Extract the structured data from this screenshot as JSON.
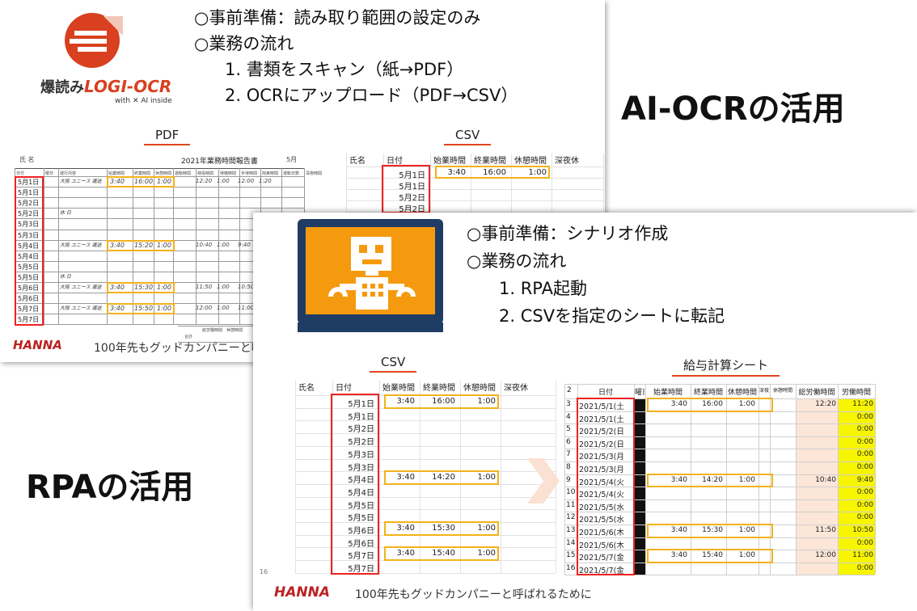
{
  "slide1": {
    "logo_text_prefix": "爆読み",
    "logo_text_brand": "LOGI-OCR",
    "logo_subtext": "with ✕ AI inside",
    "prep": "○事前準備：読み取り範囲の設定のみ",
    "flow": "○業務の流れ",
    "step1": "1. 書類をスキャン（紙→PDF）",
    "step2": "2. OCRにアップロード（PDF→CSV）",
    "pdf_label": "PDF",
    "csv_label": "CSV",
    "pdf_title": "2021年業務時間報告書",
    "pdf_month": "5月",
    "pdf_name_label": "氏 名",
    "pdf_headers": [
      "日付",
      "曜日",
      "運行内容",
      "始業時間",
      "終業時間",
      "休憩時間",
      "運転時間",
      "荷役時間",
      "待機時間",
      "手待時間",
      "拘束時間",
      "運転日数",
      "深夜時間"
    ],
    "pdf_dates": [
      "5月1日",
      "5月1日",
      "5月2日",
      "5月2日",
      "5月3日",
      "5月3日",
      "5月4日",
      "5月4日",
      "5月5日",
      "5月5日",
      "5月6日",
      "5月6日",
      "5月7日",
      "5月7日"
    ],
    "pdf_handwritten": [
      {
        "row": 0,
        "route": "大阪 ユニース 運送",
        "start": "3:40",
        "end": "16:00",
        "rest": "1:00",
        "extra": [
          "12:20",
          "1:00",
          "12:00",
          "1:20"
        ]
      },
      {
        "row": 3,
        "route": "休 日",
        "start": "",
        "end": "",
        "rest": "",
        "extra": []
      },
      {
        "row": 6,
        "route": "大阪 ユニース 運送",
        "start": "3:40",
        "end": "15:20",
        "rest": "1:00",
        "extra": [
          "10:40",
          "1:00",
          "9:40"
        ]
      },
      {
        "row": 9,
        "route": "休 日",
        "start": "",
        "end": "",
        "rest": "",
        "extra": []
      },
      {
        "row": 10,
        "route": "大阪 ユニース 運送",
        "start": "3:40",
        "end": "15:30",
        "rest": "1:00",
        "extra": [
          "11:50",
          "1:00",
          "10:50"
        ]
      },
      {
        "row": 12,
        "route": "大阪 ユニース 運送",
        "start": "3:40",
        "end": "15:50",
        "rest": "1:00",
        "extra": [
          "12:00",
          "1:00",
          "11:00"
        ]
      }
    ],
    "pdf_footer_labels": [
      "合計",
      "総労働時間",
      "休憩時間"
    ],
    "csv_headers": [
      "氏名",
      "日付",
      "始業時間",
      "終業時間",
      "休憩時間",
      "深夜休"
    ],
    "csv_rows": [
      {
        "date": "5月1日",
        "start": "3:40",
        "end": "16:00",
        "rest": "1:00"
      },
      {
        "date": "5月1日",
        "start": "",
        "end": "",
        "rest": ""
      },
      {
        "date": "5月2日",
        "start": "",
        "end": "",
        "rest": ""
      },
      {
        "date": "5月2日",
        "start": "",
        "end": "",
        "rest": ""
      }
    ],
    "footer_logo": "HANNA",
    "footer_text": "100年先もグッドカンパニーと呼ばれるために"
  },
  "ai_ocr_title": "AI-OCRの活用",
  "rpa_title": "RPAの活用",
  "slide2": {
    "prep": "○事前準備：シナリオ作成",
    "flow": "○業務の流れ",
    "step1": "1. RPA起動",
    "step2": "2. CSVを指定のシートに転記",
    "csv_label": "CSV",
    "payroll_label": "給与計算シート",
    "csv_headers": [
      "氏名",
      "日付",
      "始業時間",
      "終業時間",
      "休憩時間",
      "深夜休"
    ],
    "csv_rows": [
      {
        "date": "5月1日",
        "start": "3:40",
        "end": "16:00",
        "rest": "1:00"
      },
      {
        "date": "5月1日",
        "start": "",
        "end": "",
        "rest": ""
      },
      {
        "date": "5月2日",
        "start": "",
        "end": "",
        "rest": ""
      },
      {
        "date": "5月2日",
        "start": "",
        "end": "",
        "rest": ""
      },
      {
        "date": "5月3日",
        "start": "",
        "end": "",
        "rest": ""
      },
      {
        "date": "5月3日",
        "start": "",
        "end": "",
        "rest": ""
      },
      {
        "date": "5月4日",
        "start": "3:40",
        "end": "14:20",
        "rest": "1:00"
      },
      {
        "date": "5月4日",
        "start": "",
        "end": "",
        "rest": ""
      },
      {
        "date": "5月5日",
        "start": "",
        "end": "",
        "rest": ""
      },
      {
        "date": "5月5日",
        "start": "",
        "end": "",
        "rest": ""
      },
      {
        "date": "5月6日",
        "start": "3:40",
        "end": "15:30",
        "rest": "1:00"
      },
      {
        "date": "5月6日",
        "start": "",
        "end": "",
        "rest": ""
      },
      {
        "date": "5月7日",
        "start": "3:40",
        "end": "15:40",
        "rest": "1:00"
      },
      {
        "date": "5月7日",
        "start": "",
        "end": "",
        "rest": ""
      }
    ],
    "payroll_headers": [
      "日付",
      "曜日",
      "始業時間",
      "終業時間",
      "休憩時間",
      "深夜",
      "休憩時間",
      "総労働時間",
      "労働時間"
    ],
    "payroll_rows": [
      {
        "num": "3",
        "date": "2021/5/1(土",
        "start": "3:40",
        "end": "16:00",
        "rest": "1:00",
        "total": "12:20",
        "work": "11:20"
      },
      {
        "num": "4",
        "date": "2021/5/1(土",
        "start": "",
        "end": "",
        "rest": "",
        "total": "",
        "work": "0:00"
      },
      {
        "num": "5",
        "date": "2021/5/2(日",
        "start": "",
        "end": "",
        "rest": "",
        "total": "",
        "work": "0:00"
      },
      {
        "num": "6",
        "date": "2021/5/2(日",
        "start": "",
        "end": "",
        "rest": "",
        "total": "",
        "work": "0:00"
      },
      {
        "num": "7",
        "date": "2021/5/3(月",
        "start": "",
        "end": "",
        "rest": "",
        "total": "",
        "work": "0:00"
      },
      {
        "num": "8",
        "date": "2021/5/3(月",
        "start": "",
        "end": "",
        "rest": "",
        "total": "",
        "work": "0:00"
      },
      {
        "num": "9",
        "date": "2021/5/4(火",
        "start": "3:40",
        "end": "14:20",
        "rest": "1:00",
        "total": "10:40",
        "work": "9:40"
      },
      {
        "num": "10",
        "date": "2021/5/4(火",
        "start": "",
        "end": "",
        "rest": "",
        "total": "",
        "work": "0:00"
      },
      {
        "num": "11",
        "date": "2021/5/5(水",
        "start": "",
        "end": "",
        "rest": "",
        "total": "",
        "work": "0:00"
      },
      {
        "num": "12",
        "date": "2021/5/5(水",
        "start": "",
        "end": "",
        "rest": "",
        "total": "",
        "work": "0:00"
      },
      {
        "num": "13",
        "date": "2021/5/6(木",
        "start": "3:40",
        "end": "15:30",
        "rest": "1:00",
        "total": "11:50",
        "work": "10:50"
      },
      {
        "num": "14",
        "date": "2021/5/6(木",
        "start": "",
        "end": "",
        "rest": "",
        "total": "",
        "work": "0:00"
      },
      {
        "num": "15",
        "date": "2021/5/7(金",
        "start": "3:40",
        "end": "15:40",
        "rest": "1:00",
        "total": "12:00",
        "work": "11:00"
      },
      {
        "num": "16",
        "date": "2021/5/7(金",
        "start": "",
        "end": "",
        "rest": "",
        "total": "",
        "work": "0:00"
      }
    ],
    "payroll_header_row_num": "2",
    "csv_last_row_num": "16",
    "footer_logo": "HANNA",
    "footer_text": "100年先もグッドカンパニーと呼ばれるために"
  },
  "colors": {
    "accent_red": "#e22222",
    "accent_orange": "#f3b21b",
    "logo_red": "#d8401f",
    "robot_orange": "#f59a0e",
    "monitor_blue": "#1f3c64",
    "highlight_yellow": "#f7f500",
    "highlight_peach": "#fbe6d8"
  },
  "icons": {
    "robot": "robot-monitor-icon",
    "arrow": "chevron-right-icon",
    "logo": "logi-ocr-logo-icon"
  }
}
